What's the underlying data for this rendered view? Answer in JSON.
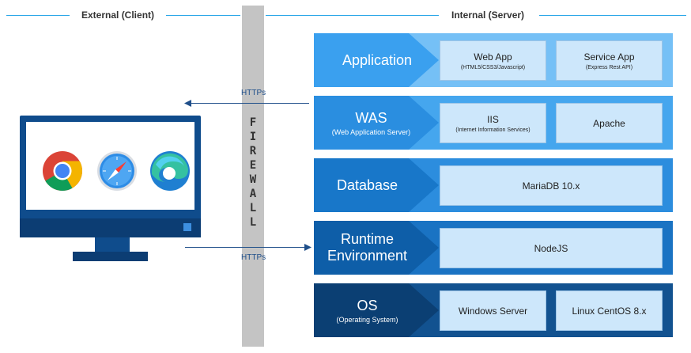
{
  "header": {
    "external_label": "External (Client)",
    "internal_label": "Internal (Server)"
  },
  "firewall": {
    "label": "FIREWALL"
  },
  "arrows": {
    "top_label": "HTTPs",
    "bottom_label": "HTTPs"
  },
  "client": {
    "browsers": [
      "chrome-icon",
      "safari-icon",
      "edge-icon"
    ]
  },
  "layers": [
    {
      "title": "Application",
      "subtitle": "",
      "color": "#3aa0ef",
      "boxes": [
        {
          "main": "Web App",
          "sub": "(HTML5/CSS3/Javascript)"
        },
        {
          "main": "Service App",
          "sub": "(Express Rest API)"
        }
      ]
    },
    {
      "title": "WAS",
      "subtitle": "(Web Application Server)",
      "color": "#2a8ee0",
      "boxes": [
        {
          "main": "IIS",
          "sub": "(Internet Information Services)"
        },
        {
          "main": "Apache",
          "sub": ""
        }
      ]
    },
    {
      "title": "Database",
      "subtitle": "",
      "color": "#1877c9",
      "boxes": [
        {
          "main": "MariaDB 10.x",
          "sub": ""
        }
      ]
    },
    {
      "title": "Runtime Environment",
      "subtitle": "",
      "color": "#0e5ea8",
      "boxes": [
        {
          "main": "NodeJS",
          "sub": ""
        }
      ]
    },
    {
      "title": "OS",
      "subtitle": "(Operating System)",
      "color": "#0b3f73",
      "boxes": [
        {
          "main": "Windows Server",
          "sub": ""
        },
        {
          "main": "Linux CentOS 8.x",
          "sub": ""
        }
      ]
    }
  ]
}
